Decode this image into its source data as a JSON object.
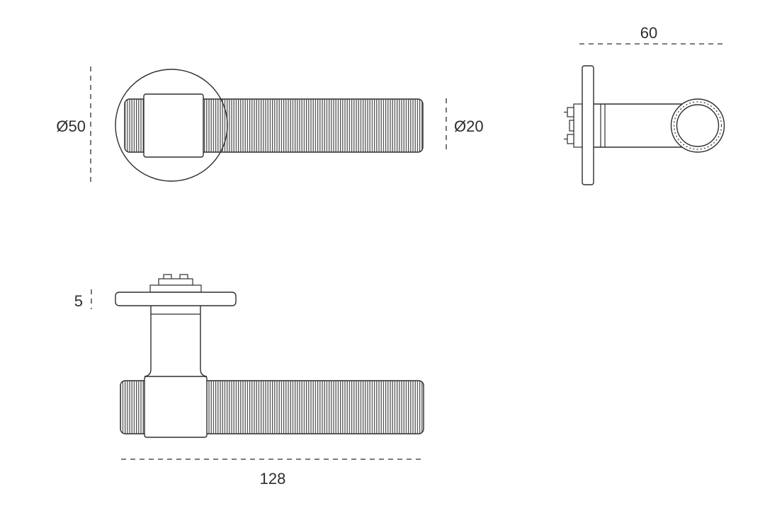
{
  "drawing": {
    "colors": {
      "line": "#2e2e2e",
      "background": "#ffffff",
      "texture": "#474747"
    },
    "dimensions": {
      "rosette_diameter": "Ø50",
      "handle_diameter": "Ø20",
      "projection": "60",
      "plate_thickness": "5",
      "overall_length": "128"
    }
  }
}
